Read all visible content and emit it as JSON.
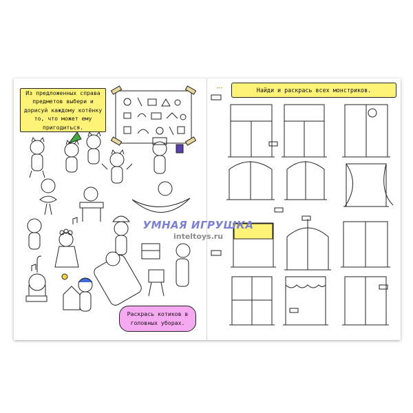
{
  "left_page": {
    "instruction": "Из предложенных справа предметов выбери и дорисуй каждому котёнку то, что может ему пригодиться.",
    "caption": "Раскрась котиков в головных уборах."
  },
  "right_page": {
    "instruction": "Найди и раскрась всех монстриков."
  },
  "watermark": {
    "title": "УМНАЯ ИГРУШКА",
    "url": "inteltoys.ru"
  },
  "colors": {
    "note_yellow": "#fff377",
    "note_pink": "#f5a9f0",
    "watermark_blue": "#7a7fd8",
    "watermark_gray": "#8a8a8a"
  }
}
